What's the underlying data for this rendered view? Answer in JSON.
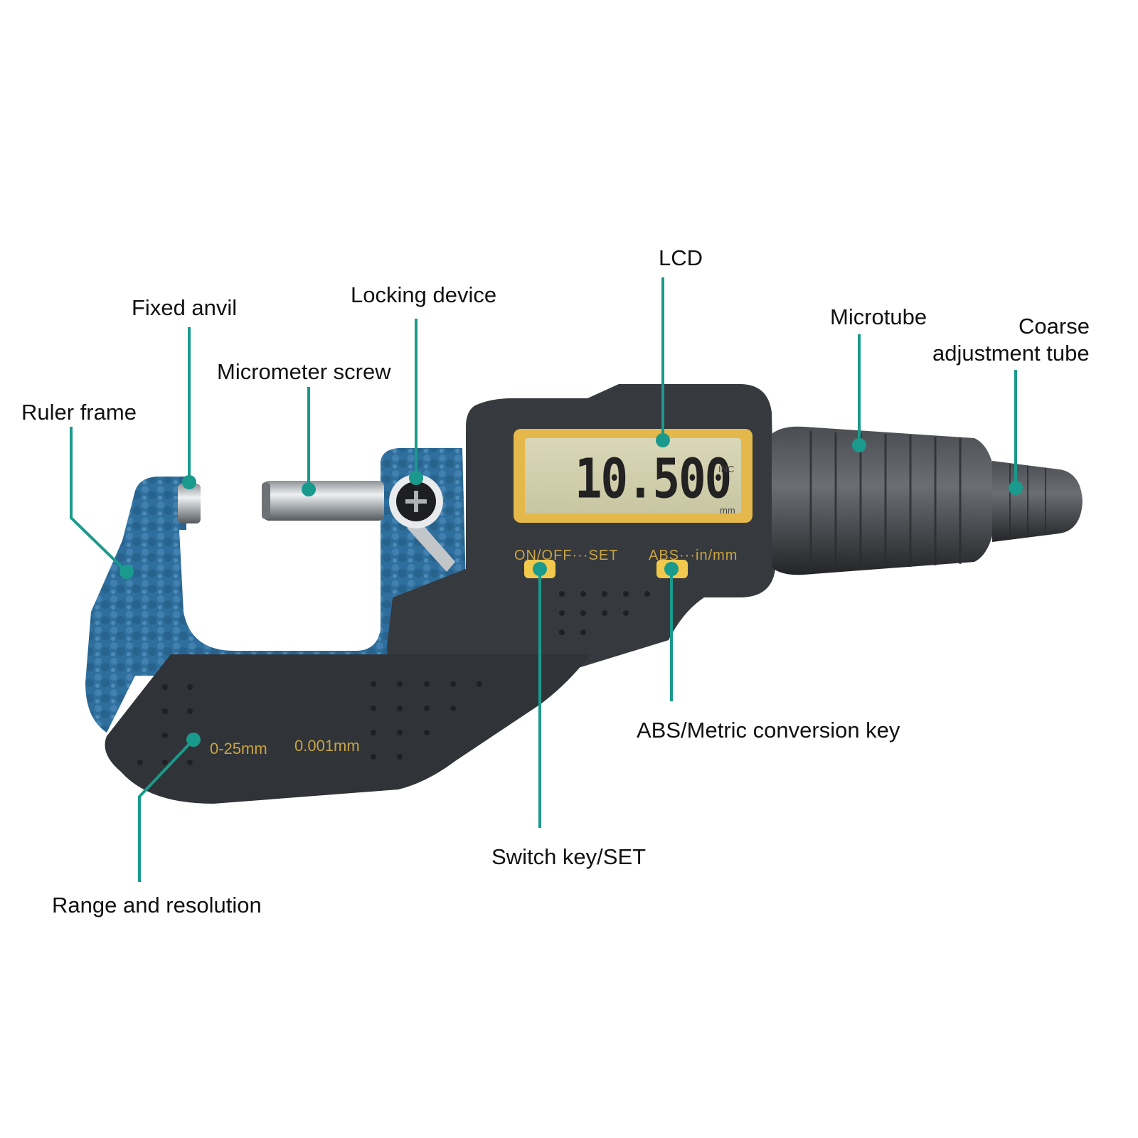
{
  "labels": {
    "ruler_frame": "Ruler frame",
    "fixed_anvil": "Fixed anvil",
    "micrometer_screw": "Micrometer screw",
    "locking_device": "Locking device",
    "lcd": "LCD",
    "microtube": "Microtube",
    "coarse_adjustment_tube_line1": "Coarse",
    "coarse_adjustment_tube_line2": "adjustment tube",
    "abs_metric_key": "ABS/Metric conversion key",
    "switch_key_set": "Switch key/SET",
    "range_resolution": "Range and resolution"
  },
  "device": {
    "display_value": "10.500",
    "unit_inc": "INC",
    "unit_mm": "mm",
    "button_left_label": "ON/OFF···SET",
    "button_right_label": "ABS···in/mm",
    "range_text": "0-25mm",
    "resolution_text": "0.001mm"
  },
  "colors": {
    "leader_line": "#1a9a8c",
    "frame_blue": "#2e6e9a",
    "body_dark": "#3a3d42",
    "lcd_bezel": "#e4b84a",
    "lcd_screen": "#d4d2b0",
    "button_yellow": "#f2c94c"
  }
}
